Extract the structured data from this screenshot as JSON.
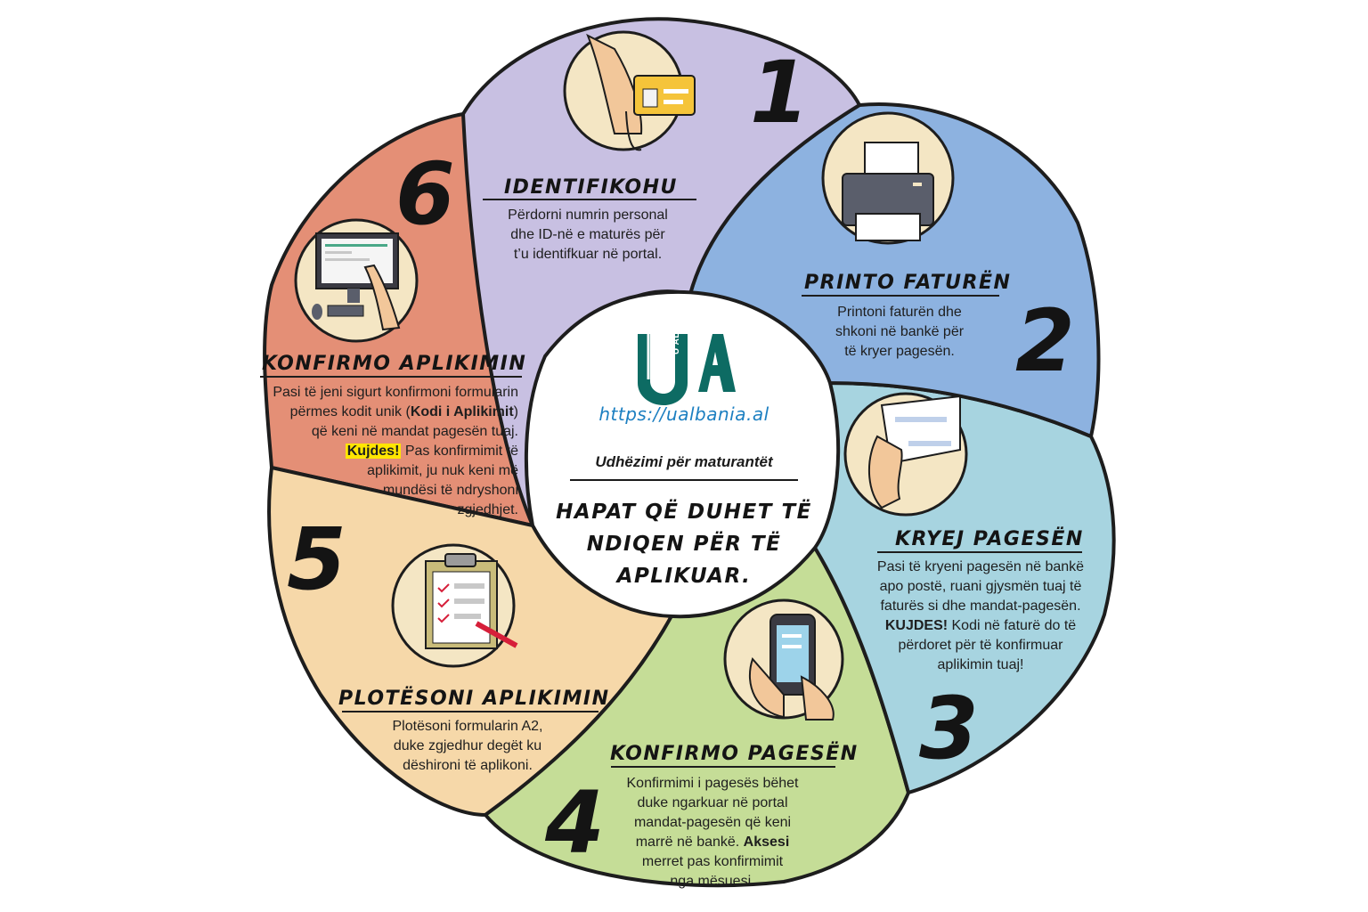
{
  "center": {
    "logo_letters": "UA",
    "logo_side_text": "U ALBANIA",
    "url": "https://ualbania.al",
    "subtitle": "Udhëzimi për maturantët",
    "heading_lines": [
      "HAPAT QË DUHET TË",
      "NDIQEN PËR TË",
      "APLIKUAR."
    ]
  },
  "steps": [
    {
      "number": "1",
      "title": "IDENTIFIKOHU",
      "lines": [
        "Përdorni numrin personal",
        "dhe ID-në e maturës për",
        "t’u identifkuar në portal."
      ],
      "icon": "id-card-hand-icon",
      "color": "#c8c0e2"
    },
    {
      "number": "2",
      "title": "PRINTO FATURËN",
      "lines": [
        "Printoni faturën dhe",
        "shkoni në bankë për",
        "të kryer pagesën."
      ],
      "icon": "printer-icon",
      "color": "#8db2e0"
    },
    {
      "number": "3",
      "title": "KRYEJ PAGESËN",
      "lines": [
        "Pasi të kryeni pagesën në bankë",
        "apo postë, ruani gjysmën tuaj të",
        "faturës si dhe mandat-pagesën."
      ],
      "bold_lead": "KUJDES!",
      "lead_rest": " Kodi në faturë do të",
      "lines_after": [
        "përdoret për të konfirmuar",
        "aplikimin tuaj!"
      ],
      "icon": "paper-hand-icon",
      "color": "#a7d4e0"
    },
    {
      "number": "4",
      "title": "KONFIRMO PAGESËN",
      "lines": [
        "Konfirmimi i pagesës bëhet",
        "duke ngarkuar në portal",
        "mandat-pagesën që keni"
      ],
      "line4_pre": "marrë në bankë. ",
      "line4_bold": "Aksesi",
      "lines_after": [
        "merret pas konfirmimit",
        "nga mësuesi."
      ],
      "icon": "smartphone-hand-icon",
      "color": "#c5dd97"
    },
    {
      "number": "5",
      "title": "PLOTËSONI APLIKIMIN",
      "lines": [
        "Plotësoni formularin A2,",
        "duke zgjedhur degët ku",
        "dëshironi të aplikoni."
      ],
      "icon": "clipboard-checklist-icon",
      "color": "#f6d8a9"
    },
    {
      "number": "6",
      "title": "KONFIRMO APLIKIMIN",
      "line1": "Pasi të jeni sigurt konfirmoni formularin",
      "line2_pre": "përmes kodit unik (",
      "line2_bold": "Kodi i Aplikimit",
      "line2_post": ")",
      "line3": "që keni në mandat pagesën tuaj.",
      "highlight": "Kujdes!",
      "line4_post": " Pas konfirmimit të",
      "lines_after": [
        "aplikimit, ju nuk keni më",
        "mundësi të ndryshoni",
        "zgjedhjet."
      ],
      "icon": "computer-monitor-icon",
      "color": "#e48f76"
    }
  ],
  "colors": {
    "outline": "#1d1d1d",
    "icon_circle": "#f4e6c4",
    "logo_teal": "#0d6b63",
    "url_blue": "#1c7fc1",
    "highlight_yellow": "#ffe600"
  }
}
